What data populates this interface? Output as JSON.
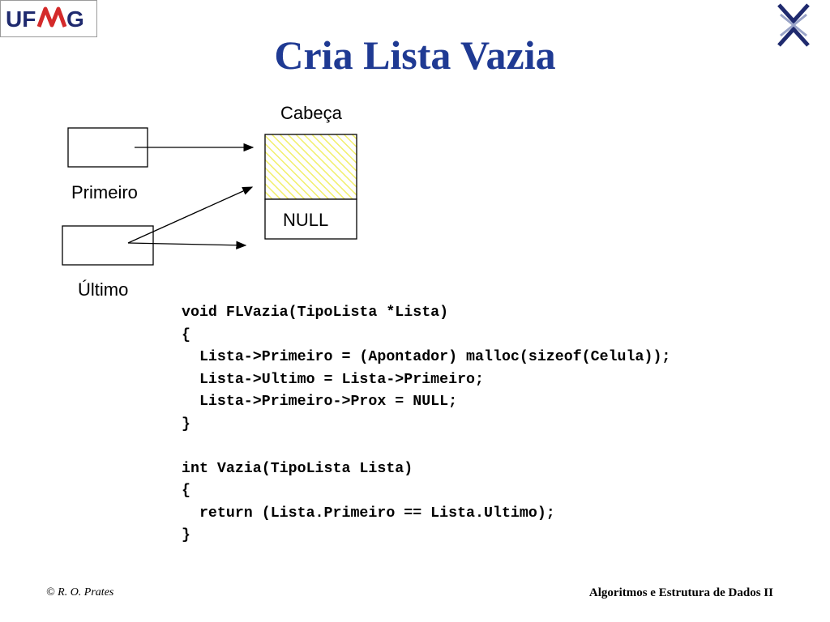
{
  "header": {
    "logo_text": "UFMG",
    "title": "Cria Lista Vazia"
  },
  "diagram": {
    "head_label": "Cabeça",
    "null_label": "NULL",
    "primeiro_label": "Primeiro",
    "ultimo_label": "Último",
    "hatch_color": "#f2ef6a"
  },
  "code": {
    "lines": [
      "void FLVazia(TipoLista *Lista)",
      "{",
      "  Lista->Primeiro = (Apontador) malloc(sizeof(Celula));",
      "  Lista->Ultimo = Lista->Primeiro;",
      "  Lista->Primeiro->Prox = NULL;",
      "}",
      "",
      "int Vazia(TipoLista Lista)",
      "{",
      "  return (Lista.Primeiro == Lista.Ultimo);",
      "}"
    ]
  },
  "footer": {
    "copyright": "© R. O. Prates",
    "course": "Algoritmos e Estrutura de Dados II"
  },
  "colors": {
    "title": "#1f3a93",
    "logo_red": "#d42a2a",
    "logo_navy": "#1f2a6e"
  }
}
